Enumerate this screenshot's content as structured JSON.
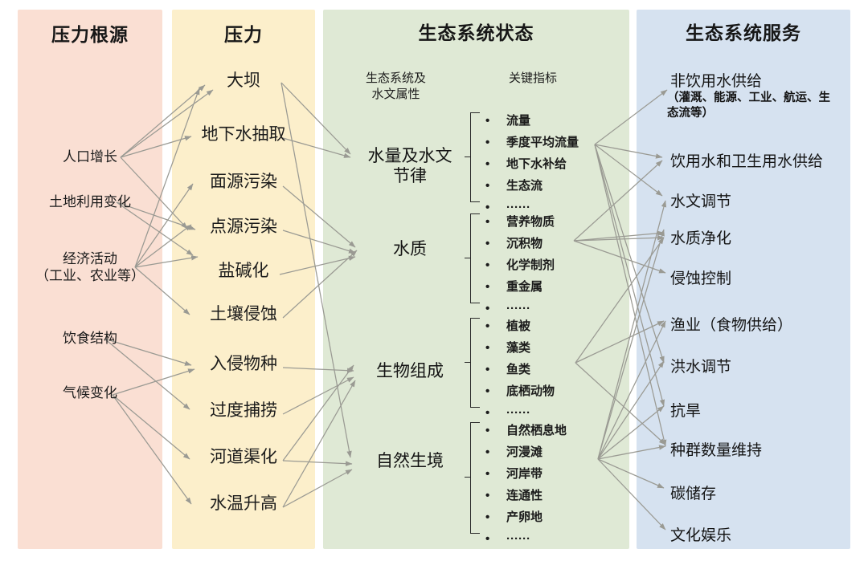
{
  "panels": [
    {
      "id": "drivers",
      "title": "压力根源",
      "color": "#fadfd3"
    },
    {
      "id": "pressure",
      "title": "压力",
      "color": "#fcefcb"
    },
    {
      "id": "state",
      "title": "生态系统状态",
      "color": "#dfe9d5"
    },
    {
      "id": "services",
      "title": "生态系统服务",
      "color": "#d6e2f0"
    }
  ],
  "drivers": {
    "items": [
      {
        "label": "人口增长"
      },
      {
        "label": "土地利用变化"
      },
      {
        "label": "经济活动\n（工业、农业等）",
        "line1": "经济活动",
        "line2": "（工业、农业等）"
      },
      {
        "label": "饮食结构"
      },
      {
        "label": "气候变化"
      }
    ]
  },
  "pressures": {
    "items": [
      {
        "label": "大坝"
      },
      {
        "label": "地下水抽取"
      },
      {
        "label": "面源污染"
      },
      {
        "label": "点源污染"
      },
      {
        "label": "盐碱化"
      },
      {
        "label": "土壤侵蚀"
      },
      {
        "label": "入侵物种"
      },
      {
        "label": "过度捕捞"
      },
      {
        "label": "河道渠化"
      },
      {
        "label": "水温升高"
      }
    ]
  },
  "state": {
    "col_head_left_line1": "生态系统及",
    "col_head_left_line2": "水文属性",
    "col_head_right": "关键指标",
    "groups": [
      {
        "name_line1": "水量及水文",
        "name_line2": "节律",
        "indicators": [
          "流量",
          "季度平均流量",
          "地下水补给",
          "生态流",
          "······"
        ]
      },
      {
        "name_line1": "水质",
        "name_line2": "",
        "indicators": [
          "营养物质",
          "沉积物",
          "化学制剂",
          "重金属",
          "······"
        ]
      },
      {
        "name_line1": "生物组成",
        "name_line2": "",
        "indicators": [
          "植被",
          "藻类",
          "鱼类",
          "底栖动物",
          "······"
        ]
      },
      {
        "name_line1": "自然生境",
        "name_line2": "",
        "indicators": [
          "自然栖息地",
          "河漫滩",
          "河岸带",
          "连通性",
          "产卵地",
          "······"
        ]
      }
    ]
  },
  "services": {
    "items": [
      {
        "label": "非饮用水供给",
        "sub": "（灌溉、能源、工业、航运、生态流等）"
      },
      {
        "label": "饮用水和卫生用水供给",
        "sub": ""
      },
      {
        "label": "水文调节",
        "sub": ""
      },
      {
        "label": "水质净化",
        "sub": ""
      },
      {
        "label": "侵蚀控制",
        "sub": ""
      },
      {
        "label": "渔业（食物供给）",
        "sub": ""
      },
      {
        "label": "洪水调节",
        "sub": ""
      },
      {
        "label": "抗旱",
        "sub": ""
      },
      {
        "label": "种群数量维持",
        "sub": ""
      },
      {
        "label": "碳储存",
        "sub": ""
      },
      {
        "label": "文化娱乐",
        "sub": ""
      }
    ]
  },
  "style": {
    "arrow_color": "#9a9a93",
    "panel_drivers": "#fadfd3",
    "panel_pressure": "#fcefcb",
    "panel_state": "#dfe9d5",
    "panel_services": "#d6e2f0"
  }
}
